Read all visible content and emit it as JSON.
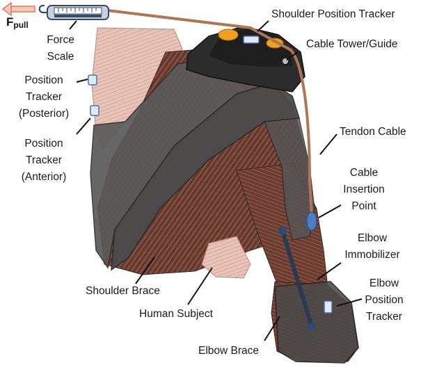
{
  "labels": {
    "force_symbol": "F",
    "force_subscript": "pull",
    "force_scale": [
      "Force",
      "Scale"
    ],
    "shoulder_position_tracker": "Shoulder Position Tracker",
    "cable_tower_guide": "Cable Tower/Guide",
    "position_tracker_posterior": [
      "Position",
      "Tracker",
      "(Posterior)"
    ],
    "position_tracker_anterior": [
      "Position",
      "Tracker",
      "(Anterior)"
    ],
    "tendon_cable": "Tendon Cable",
    "cable_insertion_point": [
      "Cable",
      "Insertion",
      "Point"
    ],
    "elbow_immobilizer": [
      "Elbow",
      "Immobilizer"
    ],
    "elbow_position_tracker": [
      "Elbow",
      "Position",
      "Tracker"
    ],
    "shoulder_brace": "Shoulder Brace",
    "human_subject": "Human Subject",
    "elbow_brace": "Elbow Brace"
  },
  "colors": {
    "muscle": "#7a4a3c",
    "muscle_light": "#c9958a",
    "brace_gray": "#5e5e5e",
    "brace_dark": "#3a3a3a",
    "cable": "#b07555",
    "arrow": "#e07a5f",
    "tracker_fill": "#dfe9f7",
    "tracker_stroke": "#4a6fb0",
    "insertion_blue": "#4a7fc7",
    "tower_orange": "#f0a020"
  }
}
